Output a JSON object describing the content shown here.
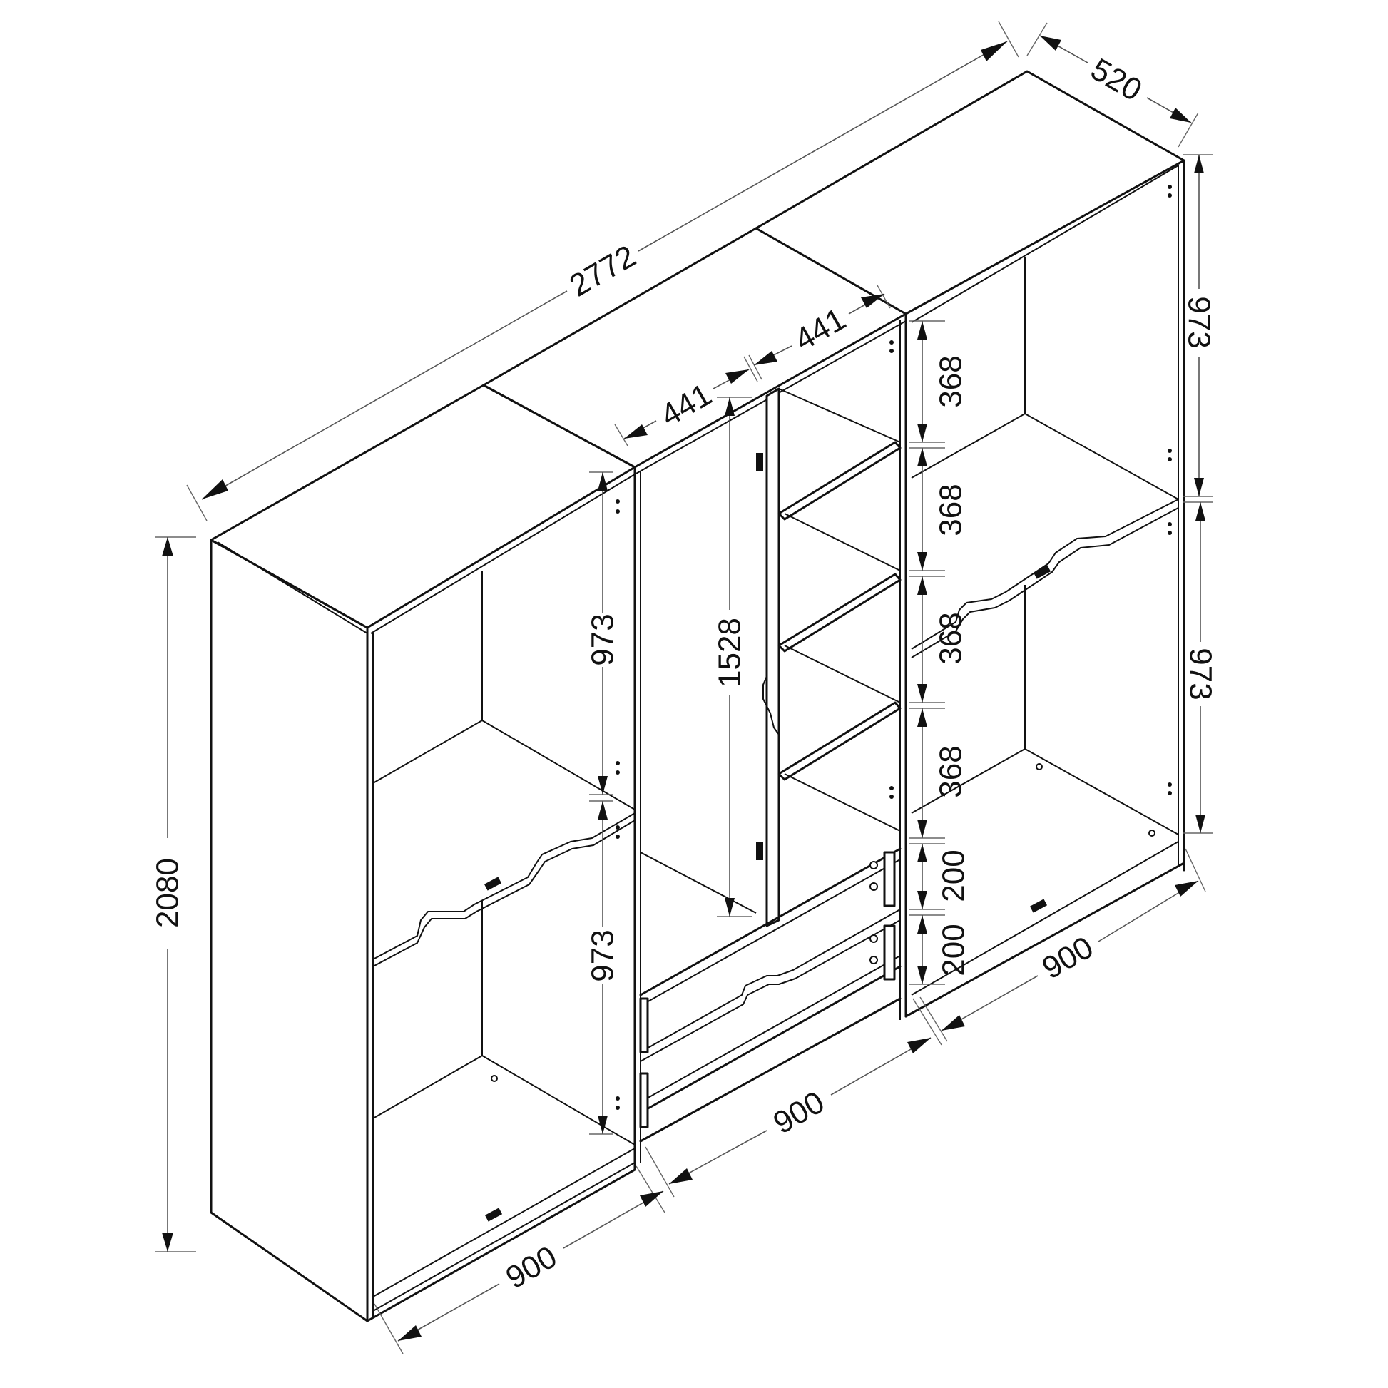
{
  "diagram": {
    "subject": "Three-section wardrobe, isometric dimension drawing",
    "units": "mm",
    "colors": {
      "line": "#111111",
      "dimension_line": "#555555",
      "background": "#ffffff"
    }
  },
  "dimensions": {
    "total_width": "2772",
    "depth": "520",
    "total_height": "2080",
    "left_section": {
      "upper_compartment": "973",
      "lower_compartment": "973",
      "width": "900"
    },
    "middle_section": {
      "door_width": "441",
      "shelf_width": "441",
      "door_height": "1528",
      "shelf_gaps": [
        "368",
        "368",
        "368",
        "368"
      ],
      "drawer_heights": [
        "200",
        "200"
      ],
      "width": "900"
    },
    "right_section": {
      "upper_compartment": "973",
      "lower_compartment": "973",
      "width": "900"
    }
  }
}
